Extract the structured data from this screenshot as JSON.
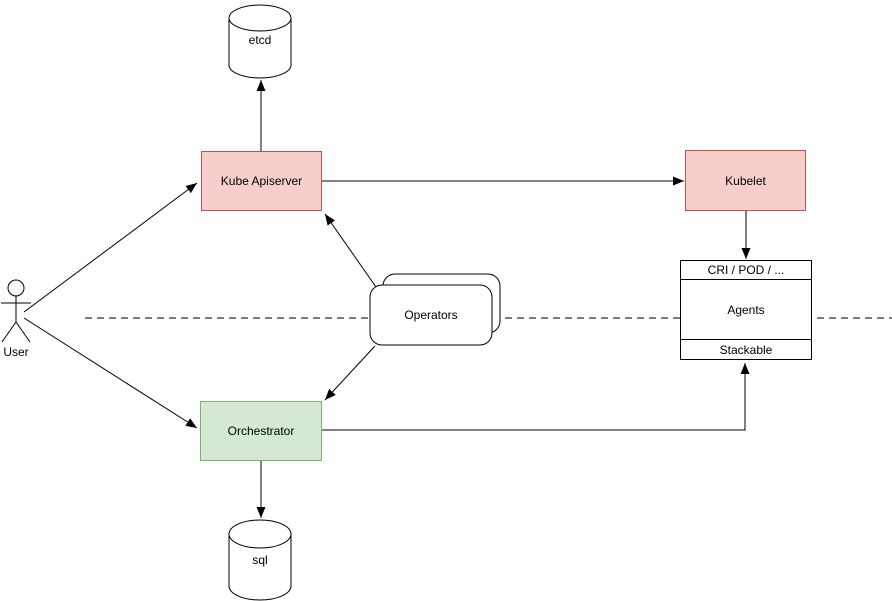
{
  "colors": {
    "red_fill": "#f8cecc",
    "red_stroke": "#b85450",
    "green_fill": "#d5e8d4",
    "green_stroke": "#82b366",
    "line": "#000000",
    "background": "#ffffff"
  },
  "nodes": {
    "etcd": {
      "label": "etcd",
      "shape": "cylinder"
    },
    "kube_apiserver": {
      "label": "Kube Apiserver",
      "shape": "box-red"
    },
    "kubelet": {
      "label": "Kubelet",
      "shape": "box-red"
    },
    "agents": {
      "header": "CRI / POD / ...",
      "body": "Agents",
      "footer": "Stackable",
      "shape": "stacked-box"
    },
    "operators": {
      "label": "Operators",
      "shape": "stacked-rounded-rect"
    },
    "orchestrator": {
      "label": "Orchestrator",
      "shape": "box-green"
    },
    "sql": {
      "label": "sql",
      "shape": "cylinder"
    },
    "user": {
      "label": "User",
      "shape": "actor"
    }
  },
  "edges": [
    {
      "from": "User",
      "to": "Kube Apiserver",
      "arrow": "end",
      "style": "solid"
    },
    {
      "from": "User",
      "to": "Orchestrator",
      "arrow": "end",
      "style": "solid"
    },
    {
      "from": "Kube Apiserver",
      "to": "etcd",
      "arrow": "end",
      "style": "solid"
    },
    {
      "from": "Kube Apiserver",
      "to": "Kubelet",
      "arrow": "end",
      "style": "solid"
    },
    {
      "from": "Kubelet",
      "to": "Agents / CRI / POD",
      "arrow": "end",
      "style": "solid"
    },
    {
      "from": "Operators",
      "to": "Kube Apiserver",
      "arrow": "end",
      "style": "solid"
    },
    {
      "from": "Operators",
      "to": "Orchestrator",
      "arrow": "end",
      "style": "solid"
    },
    {
      "from": "Orchestrator",
      "to": "sql",
      "arrow": "end",
      "style": "solid"
    },
    {
      "from": "Orchestrator",
      "to": "Agents / Stackable",
      "arrow": "end",
      "style": "solid-orthogonal"
    },
    {
      "type": "separator",
      "style": "dashed-horizontal"
    }
  ]
}
